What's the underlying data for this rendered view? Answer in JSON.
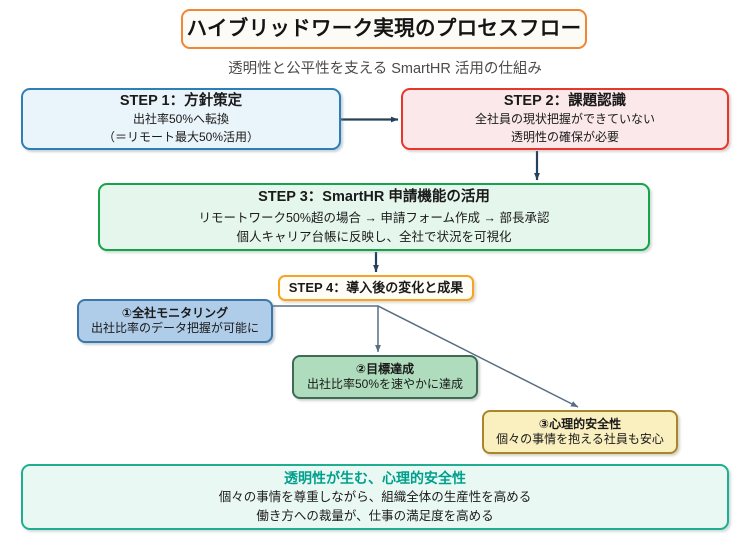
{
  "header": {
    "title": "ハイブリッドワーク実現のプロセスフロー",
    "subtitle": "透明性と公平性を支える SmartHR 活用の仕組み"
  },
  "steps": [
    {
      "id": "step1",
      "heading": "STEP 1：方針策定",
      "body_lines": [
        "出社率50%へ転換",
        "（＝リモート最大50%活用）"
      ],
      "border_color": "#2E7FB8",
      "fill_color": "#EAF4FB"
    },
    {
      "id": "step2",
      "heading": "STEP 2：課題認識",
      "body_lines": [
        "全社員の現状把握ができていない",
        "透明性の確保が必要"
      ],
      "border_color": "#E8362A",
      "fill_color": "#FBE8EA"
    },
    {
      "id": "step3",
      "heading": "STEP 3：SmartHR 申請機能の活用",
      "body_lines": [
        "リモートワーク50%超の場合 → 申請フォーム作成 → 部長承認",
        "個人キャリア台帳に反映し、全社で状況を可視化"
      ],
      "border_color": "#16A34A",
      "fill_color": "#E5F6EC"
    },
    {
      "id": "step4",
      "heading": "STEP 4：導入後の変化と成果",
      "body_lines": [],
      "border_color": "#F5A524",
      "fill_color": "#FFFDF6"
    }
  ],
  "outcomes": [
    {
      "id": "outcome1",
      "heading": "①全社モニタリング",
      "body": "出社比率のデータ把握が可能に",
      "border_color": "#3B77A8",
      "fill_color": "#AFCCE8"
    },
    {
      "id": "outcome2",
      "heading": "②目標達成",
      "body": "出社比率50%を速やかに達成",
      "border_color": "#3F6B55",
      "fill_color": "#AEDCBC"
    },
    {
      "id": "outcome3",
      "heading": "③心理的安全性",
      "body": "個々の事情を抱える社員も安心",
      "border_color": "#A8862B",
      "fill_color": "#FAEFBE"
    }
  ],
  "summary": {
    "heading": "透明性が生む、心理的安全性",
    "body_lines": [
      "個々の事情を尊重しながら、組織全体の生産性を高める",
      "働き方への裁量が、仕事の満足度を高める"
    ],
    "heading_color": "#00A08C",
    "border_color": "#1FAF90",
    "fill_color": "#EAF8F4"
  },
  "connectors": {
    "arrow_color_primary": "#26415C",
    "arrow_color_secondary": "#5A6E82",
    "labels": [
      "step1-to-step2",
      "step2-to-step3",
      "step3-to-step4",
      "step4-to-outcome1",
      "step4-to-outcome2",
      "step4-to-outcome3"
    ]
  }
}
